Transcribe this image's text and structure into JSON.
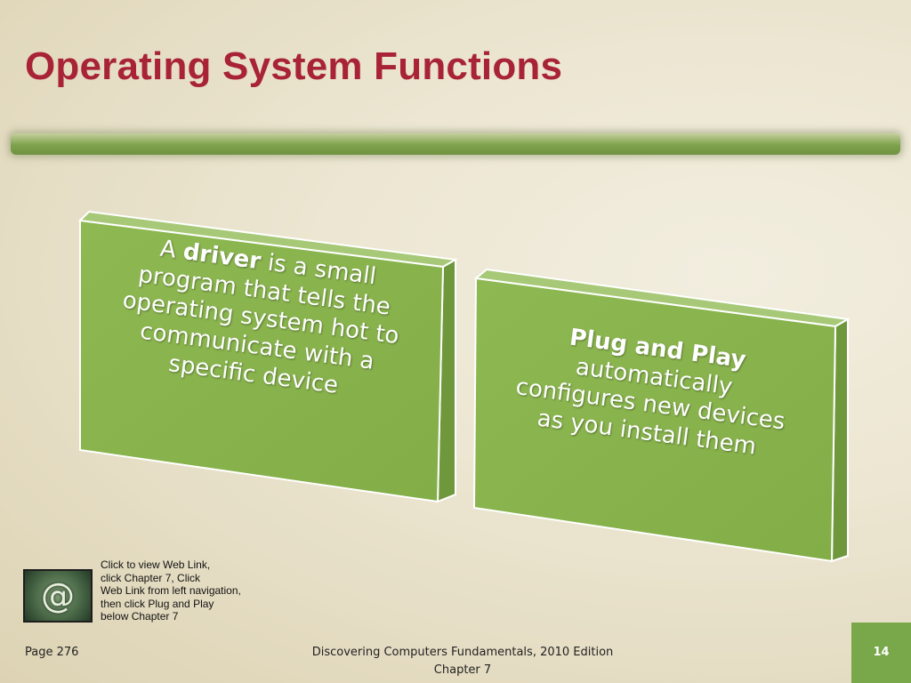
{
  "slide": {
    "title": "Operating System Functions"
  },
  "boxes": [
    {
      "lines": [
        {
          "parts": [
            {
              "text": "A ",
              "bold": false
            },
            {
              "text": "driver",
              "bold": true
            },
            {
              "text": " is a small",
              "bold": false
            }
          ]
        },
        {
          "parts": [
            {
              "text": "program that tells the",
              "bold": false
            }
          ]
        },
        {
          "parts": [
            {
              "text": "operating system hot to",
              "bold": false
            }
          ]
        },
        {
          "parts": [
            {
              "text": "communicate with a",
              "bold": false
            }
          ]
        },
        {
          "parts": [
            {
              "text": "specific device",
              "bold": false
            }
          ]
        }
      ]
    },
    {
      "lines": [
        {
          "parts": [
            {
              "text": "Plug and Play",
              "bold": true
            }
          ]
        },
        {
          "parts": [
            {
              "text": "automatically",
              "bold": false
            }
          ]
        },
        {
          "parts": [
            {
              "text": "configures new devices",
              "bold": false
            }
          ]
        },
        {
          "parts": [
            {
              "text": "as you install them",
              "bold": false
            }
          ]
        }
      ]
    }
  ],
  "web_link": {
    "icon": "at-sign-icon",
    "note_lines": [
      "Click to view Web Link,",
      "click Chapter 7, Click",
      "Web  Link from left  navigation,",
      "then click Plug and Play",
      "below Chapter 7"
    ]
  },
  "footer": {
    "page_ref": "Page 276",
    "book_title": "Discovering Computers Fundamentals, 2010 Edition",
    "chapter": "Chapter 7",
    "slide_number": "14"
  },
  "colors": {
    "title": "#a82336",
    "box_face": "#8cb64f",
    "accent_green": "#78a84a"
  }
}
